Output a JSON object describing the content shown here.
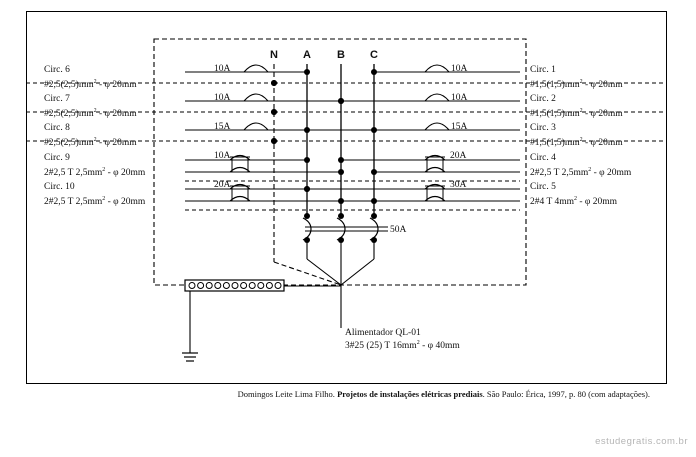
{
  "phases": [
    "N",
    "A",
    "B",
    "C"
  ],
  "left_circuits": [
    {
      "name": "Circ. 6",
      "cable": "#2,5(2,5)mm",
      "sup": "2",
      "conduit": " - φ 20mm",
      "breaker": "10A",
      "kind": "single"
    },
    {
      "name": "Circ. 7",
      "cable": "#2,5(2,5)mm",
      "sup": "2",
      "conduit": " - φ 20mm",
      "breaker": "10A",
      "kind": "single"
    },
    {
      "name": "Circ. 8",
      "cable": "#2,5(2,5)mm",
      "sup": "2",
      "conduit": " - φ 20mm",
      "breaker": "15A",
      "kind": "single"
    },
    {
      "name": "Circ. 9",
      "cable": "2#2,5 T 2,5mm",
      "sup": "2",
      "conduit": " - φ 20mm",
      "breaker": "10A",
      "kind": "double"
    },
    {
      "name": "Circ. 10",
      "cable": "2#2,5 T 2,5mm",
      "sup": "2",
      "conduit": " - φ 20mm",
      "breaker": "20A",
      "kind": "double"
    }
  ],
  "right_circuits": [
    {
      "name": "Circ. 1",
      "cable": "#1,5(1,5)mm",
      "sup": "2",
      "conduit": " - φ 20mm",
      "breaker": "10A",
      "kind": "single"
    },
    {
      "name": "Circ. 2",
      "cable": "#1,5(1,5)mm",
      "sup": "2",
      "conduit": " - φ 20mm",
      "breaker": "10A",
      "kind": "single"
    },
    {
      "name": "Circ. 3",
      "cable": "#1,5(1,5)mm",
      "sup": "2",
      "conduit": " - φ 20mm",
      "breaker": "15A",
      "kind": "single"
    },
    {
      "name": "Circ. 4",
      "cable": "2#2,5 T 2,5mm",
      "sup": "2",
      "conduit": " - φ 20mm",
      "breaker": "20A",
      "kind": "double"
    },
    {
      "name": "Circ. 5",
      "cable": "2#4 T 4mm",
      "sup": "2",
      "conduit": " - φ 20mm",
      "breaker": "30A",
      "kind": "double"
    }
  ],
  "main_breaker": "50A",
  "feeder": {
    "name": "Alimentador QL-01",
    "cable": "3#25 (25) T 16mm",
    "sup": "2",
    "conduit": " - φ 40mm"
  },
  "caption": {
    "author": "Domingos Leite Lima Filho. ",
    "title": "Projetos de instalações elétricas prediais",
    "rest": ". São Paulo: Érica, 1997, p. 80 (com adaptações)."
  },
  "watermark": "estudegratis.com.br"
}
